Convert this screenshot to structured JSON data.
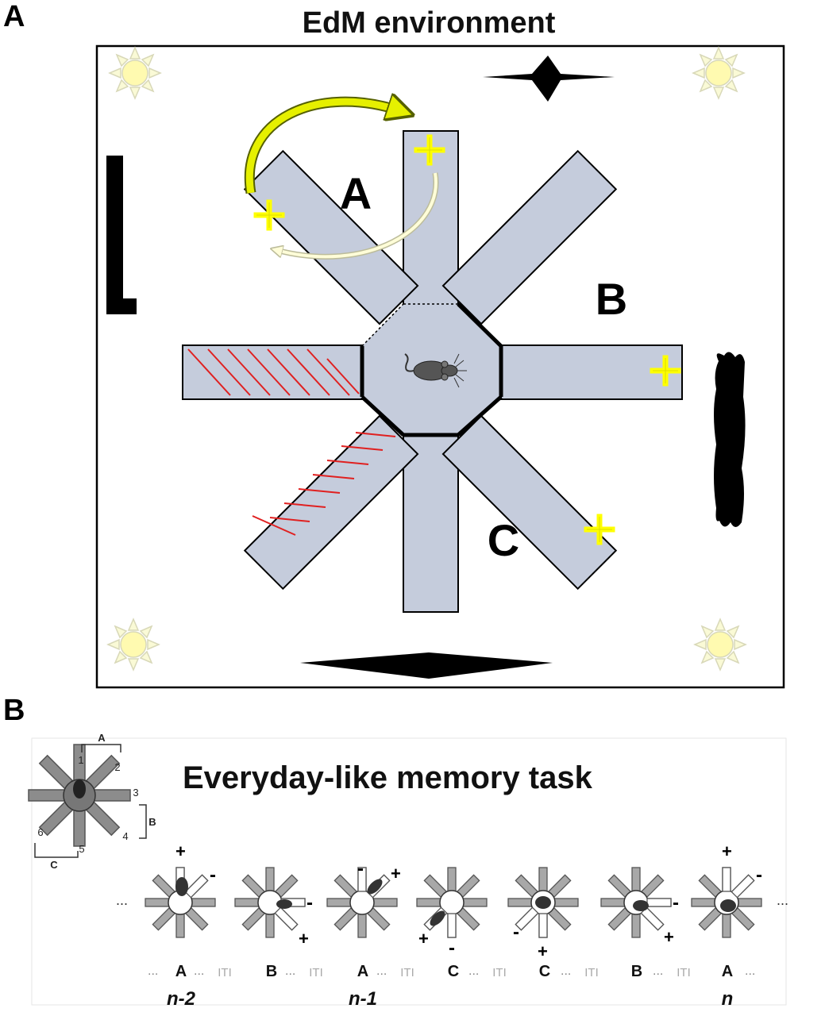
{
  "panel_a": {
    "label": "A",
    "title": "EdM environment",
    "arm_labels": {
      "a": "A",
      "b": "B",
      "c": "C"
    },
    "reward_symbol": "+",
    "icons": [
      "sun-icon",
      "diamond-cue-icon",
      "bar-cue-icon",
      "blob-cue-icon",
      "rat-icon"
    ]
  },
  "panel_b": {
    "label": "B",
    "title": "Everyday-like memory task",
    "legend_pairs": {
      "a": "A",
      "b": "B",
      "c": "C"
    },
    "legend_arms": [
      "1",
      "2",
      "3",
      "4",
      "5",
      "6"
    ],
    "ellipsis": "...",
    "sequence": [
      {
        "pair": "A",
        "plus": "+",
        "minus": "-"
      },
      {
        "pair": "B",
        "plus": "+",
        "minus": "-"
      },
      {
        "pair": "A",
        "plus": "+",
        "minus": "-"
      },
      {
        "pair": "C",
        "plus": "+",
        "minus": "-"
      },
      {
        "pair": "C",
        "plus": "+",
        "minus": "-"
      },
      {
        "pair": "B",
        "plus": "+",
        "minus": "-"
      },
      {
        "pair": "A",
        "plus": "+",
        "minus": "-"
      }
    ],
    "iti_label": "ITI",
    "trial_labels": [
      "n-2",
      "n-1",
      "n"
    ]
  }
}
